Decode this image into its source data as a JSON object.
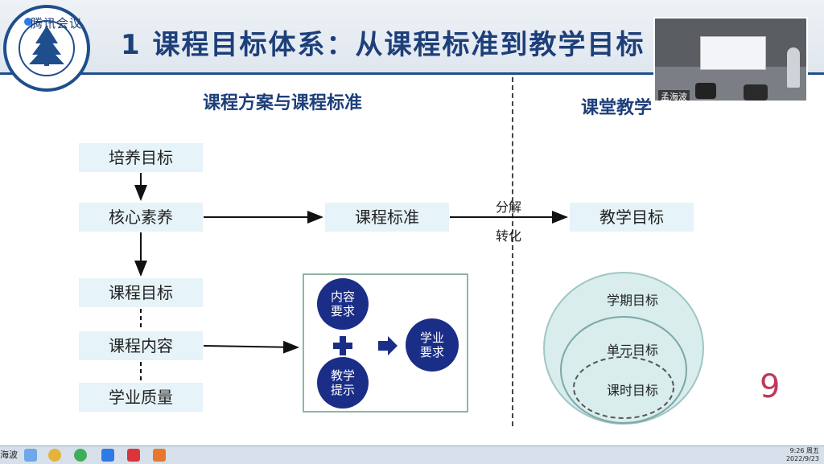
{
  "app": {
    "meeting_label": "腾讯会议"
  },
  "slide": {
    "title": "1 课程目标体系：从课程标准到教学目标",
    "left_heading": "课程方案与课程标准",
    "right_heading": "课堂教学",
    "page_number": "9"
  },
  "left_column": [
    "培养目标",
    "核心素养",
    "课程目标",
    "课程内容",
    "学业质量"
  ],
  "middle": {
    "standard_box": "课程标准",
    "arrow_top_label": "分解",
    "arrow_bottom_label": "转化",
    "teaching_goal_box": "教学目标"
  },
  "diagram": {
    "content_req": "内容\n要求",
    "teaching_tip": "教学\n提示",
    "academic_req": "学业\n要求"
  },
  "nested_goals": {
    "outer": "学期目标",
    "middle": "单元目标",
    "inner": "课时目标"
  },
  "video": {
    "name": "孟海波"
  },
  "taskbar": {
    "user_label": "海波",
    "time": "9:26 周五",
    "date": "2022/9/23"
  },
  "colors": {
    "title": "#1d3f7a",
    "box_fill": "#e6f3f8",
    "circle_fill": "#1a2e88",
    "ellipse_fill": "#d8edec",
    "page_number": "#c0395a"
  }
}
